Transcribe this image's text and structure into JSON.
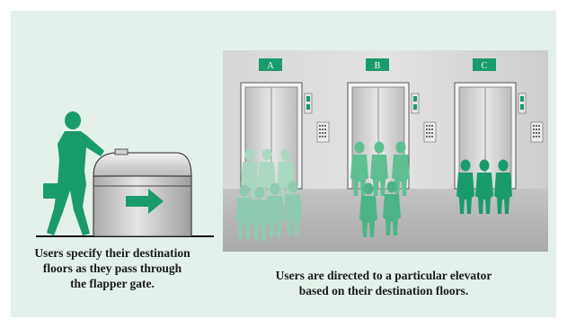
{
  "elevators": [
    {
      "label": "A"
    },
    {
      "label": "B"
    },
    {
      "label": "C"
    }
  ],
  "captions": {
    "gate": [
      "Users specify their destination",
      "floors as they pass through",
      "the flapper gate."
    ],
    "elevators": [
      "Users are directed to a particular elevator",
      "based on their destination floors."
    ]
  },
  "colors": {
    "panel": "#e4f1ea",
    "figure": "#1a9b6c",
    "wall": "#cfcfcf",
    "floor": "#b9b9b9"
  }
}
